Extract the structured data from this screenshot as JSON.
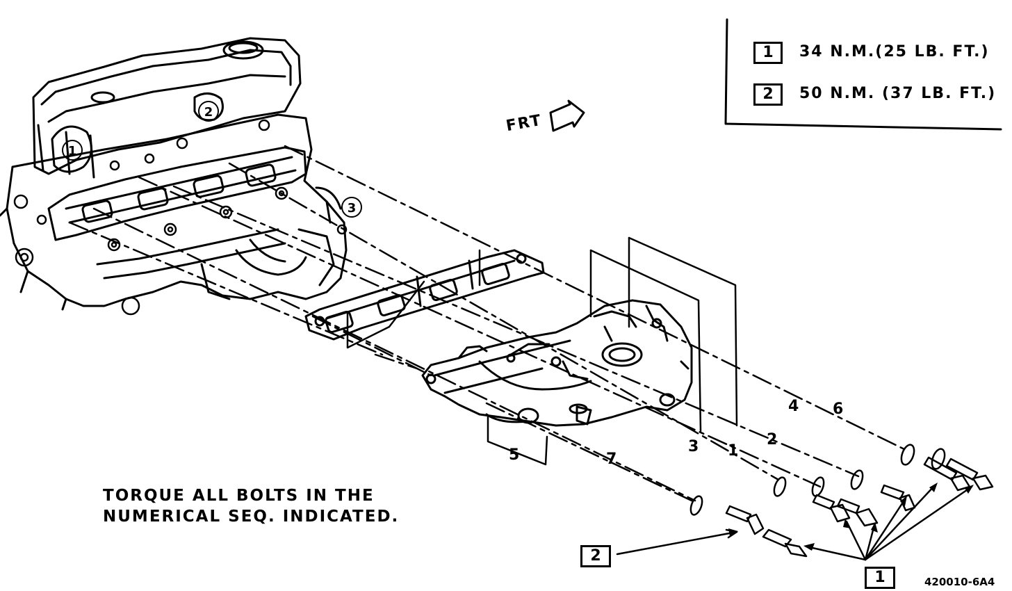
{
  "legend": {
    "items": [
      {
        "num": "1",
        "text": "34 N.M.(25 LB. FT.)"
      },
      {
        "num": "2",
        "text": "50 N.M. (37 LB. FT.)"
      }
    ]
  },
  "front_label": "FRT",
  "instruction": {
    "line1": "TORQUE ALL BOLTS IN THE",
    "line2": "NUMERICAL SEQ. INDICATED."
  },
  "sequence": [
    "1",
    "2",
    "3",
    "4",
    "5",
    "6",
    "7"
  ],
  "callouts": {
    "torque_1": "1",
    "torque_2": "2"
  },
  "head_markers": [
    "1",
    "2",
    "3"
  ],
  "figure_code": "420010-6A4"
}
